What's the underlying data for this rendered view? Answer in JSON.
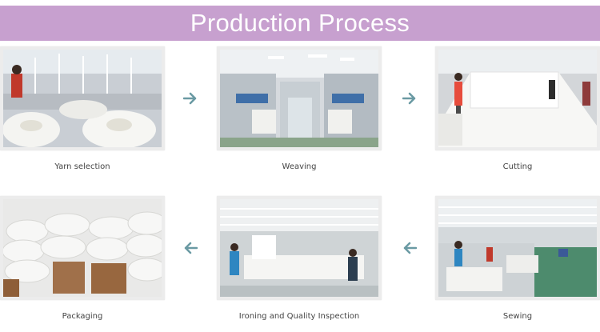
{
  "header": {
    "title": "Production Process"
  },
  "steps": [
    {
      "label": "Yarn selection"
    },
    {
      "label": "Weaving"
    },
    {
      "label": "Cutting"
    },
    {
      "label": "Sewing"
    },
    {
      "label": "Ironing and Quality Inspection"
    },
    {
      "label": "Packaging"
    }
  ],
  "colors": {
    "banner": "#c7a0cf",
    "arrow": "#6a9aa3",
    "caption": "#444444"
  },
  "icons": {
    "flow_arrow_right": "arrow-right-icon",
    "flow_arrow_left": "arrow-left-icon"
  }
}
